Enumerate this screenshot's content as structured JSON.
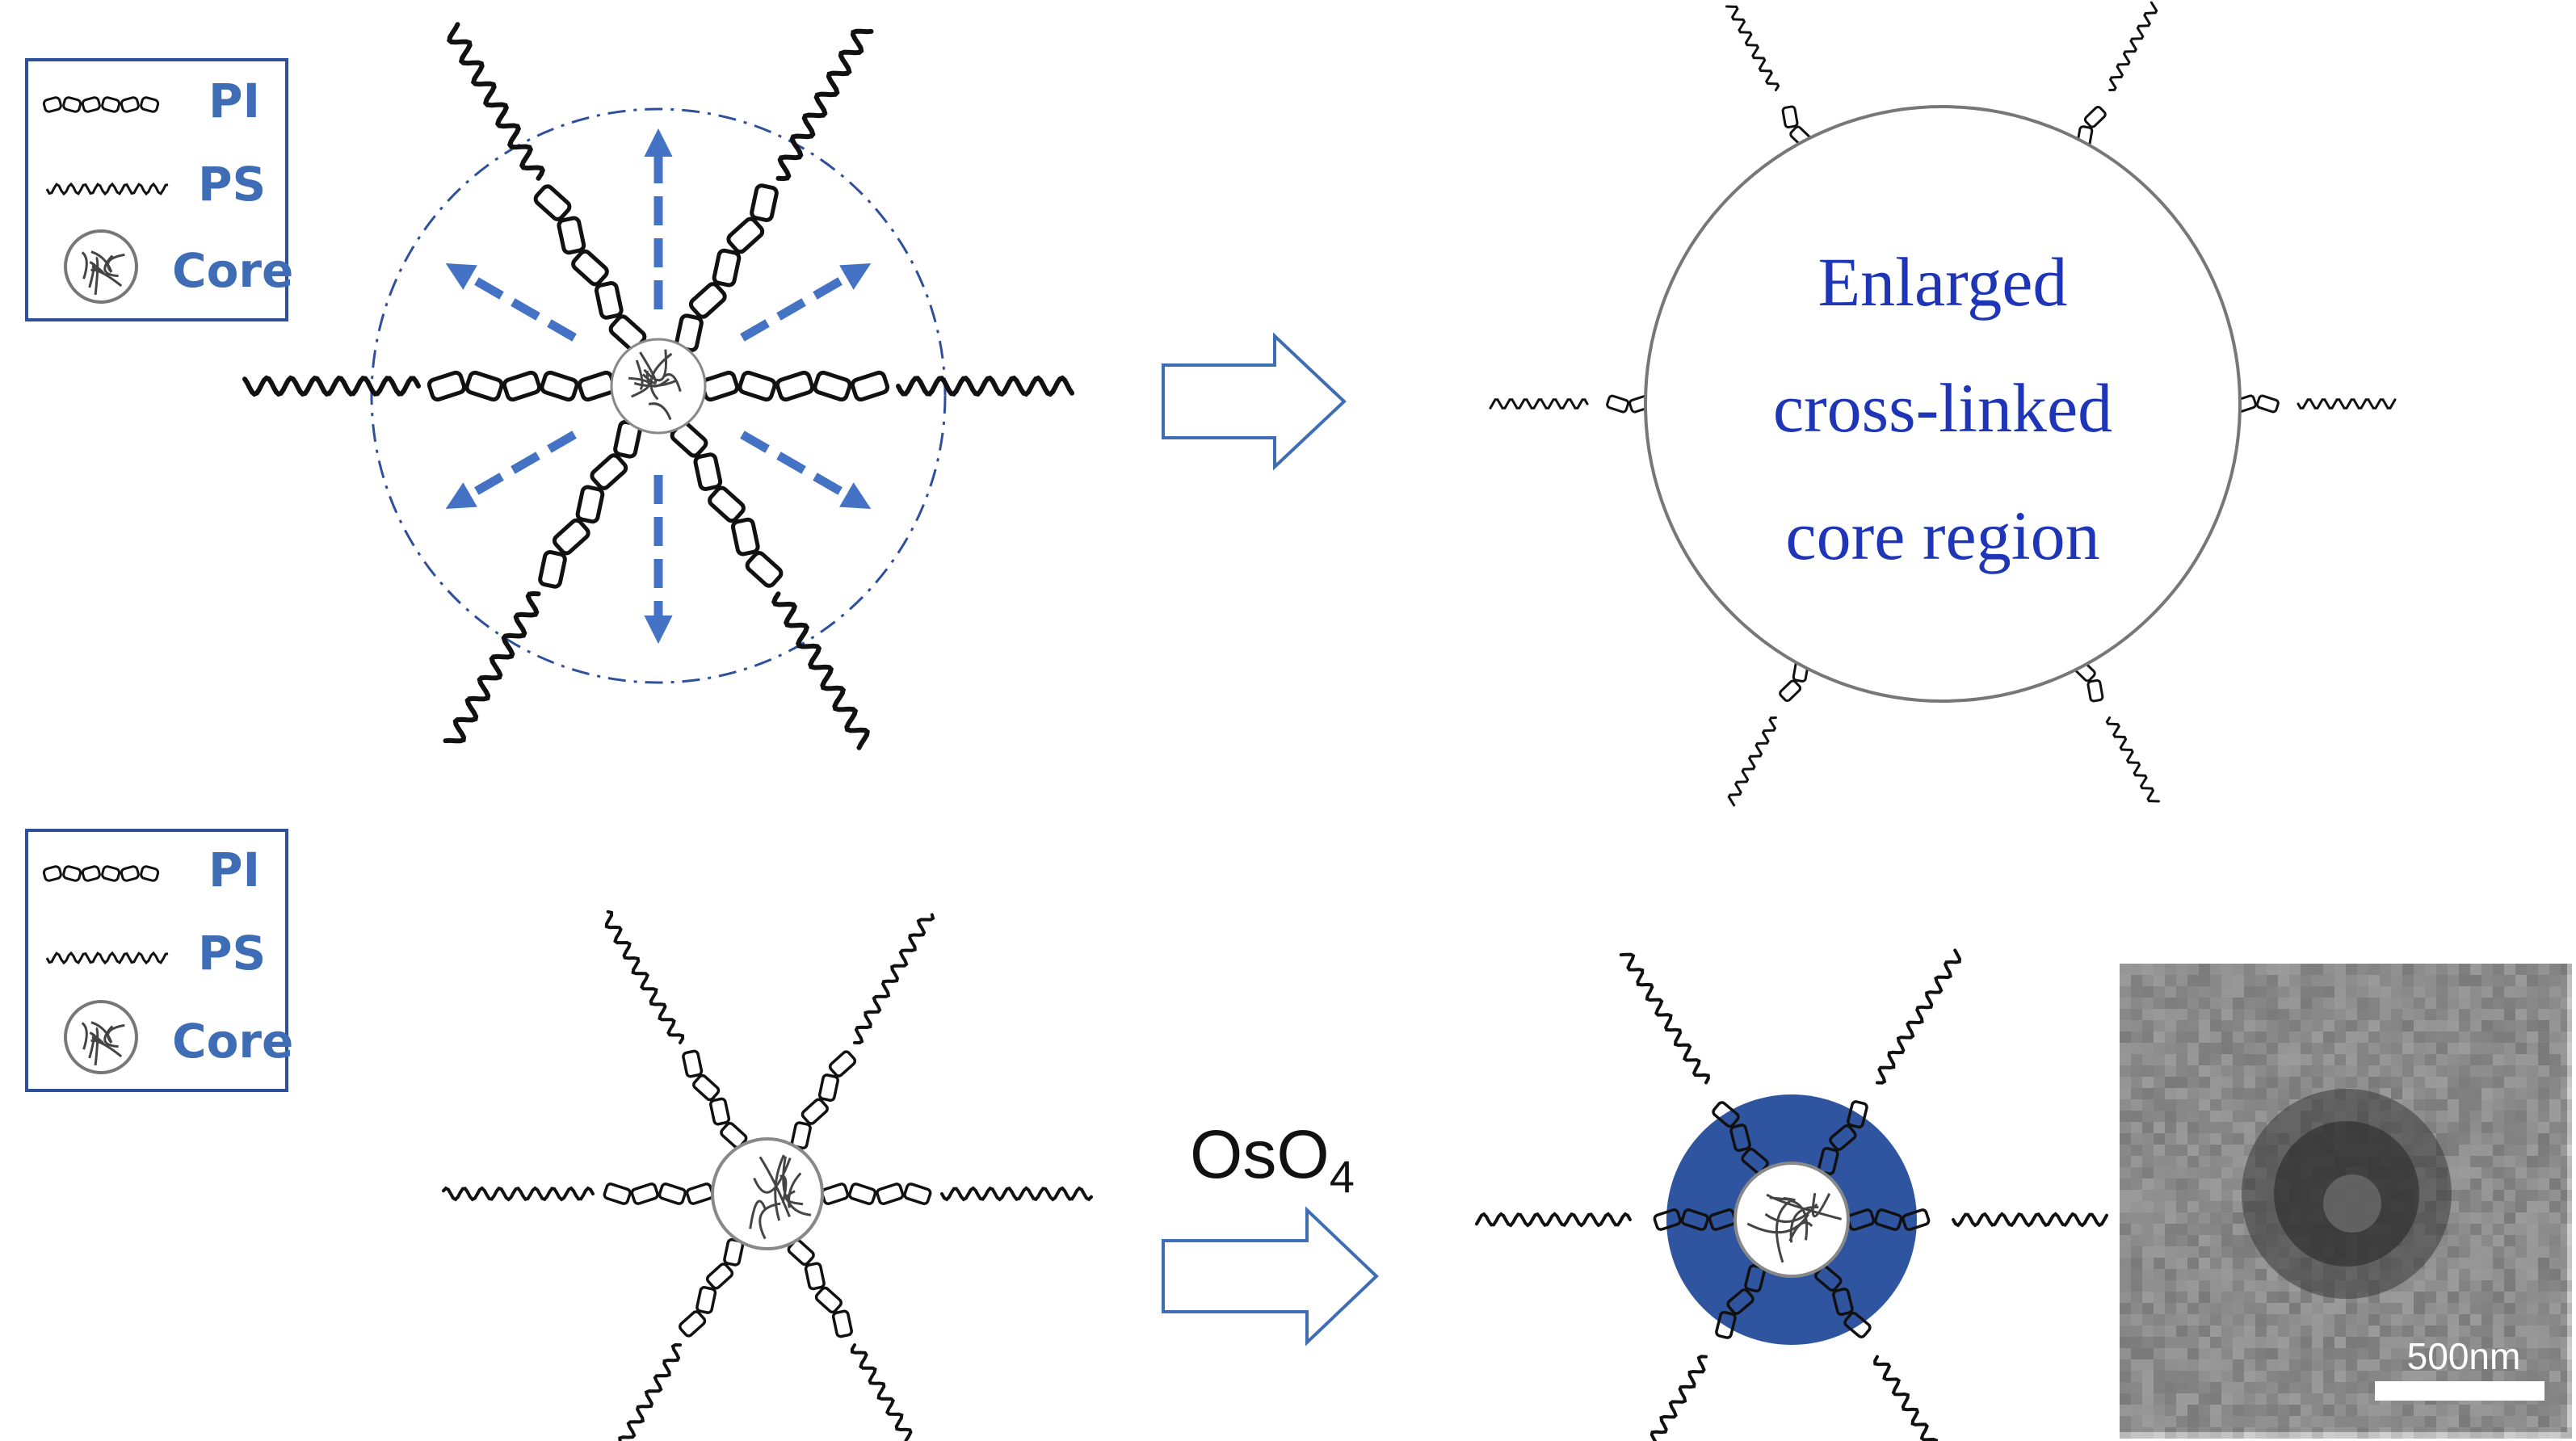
{
  "legend": {
    "items": [
      {
        "icon": "pi-chain-icon",
        "label": "PI"
      },
      {
        "icon": "ps-chain-icon",
        "label": "PS"
      },
      {
        "icon": "core-icon",
        "label": "Core"
      }
    ]
  },
  "top_right": {
    "lines": [
      "Enlarged",
      "cross-linked",
      "core region"
    ]
  },
  "bottom_arrow": {
    "reagent": "OsO",
    "subscript": "4"
  },
  "micrograph": {
    "scale_label": "500nm"
  },
  "colors": {
    "legend_border": "#2e4f9c",
    "legend_text": "#3f6db5",
    "arrow_blue": "#4472c4",
    "shell_blue": "#2f55a0",
    "core_text_blue": "#1f35b8",
    "chain": "#111111"
  }
}
